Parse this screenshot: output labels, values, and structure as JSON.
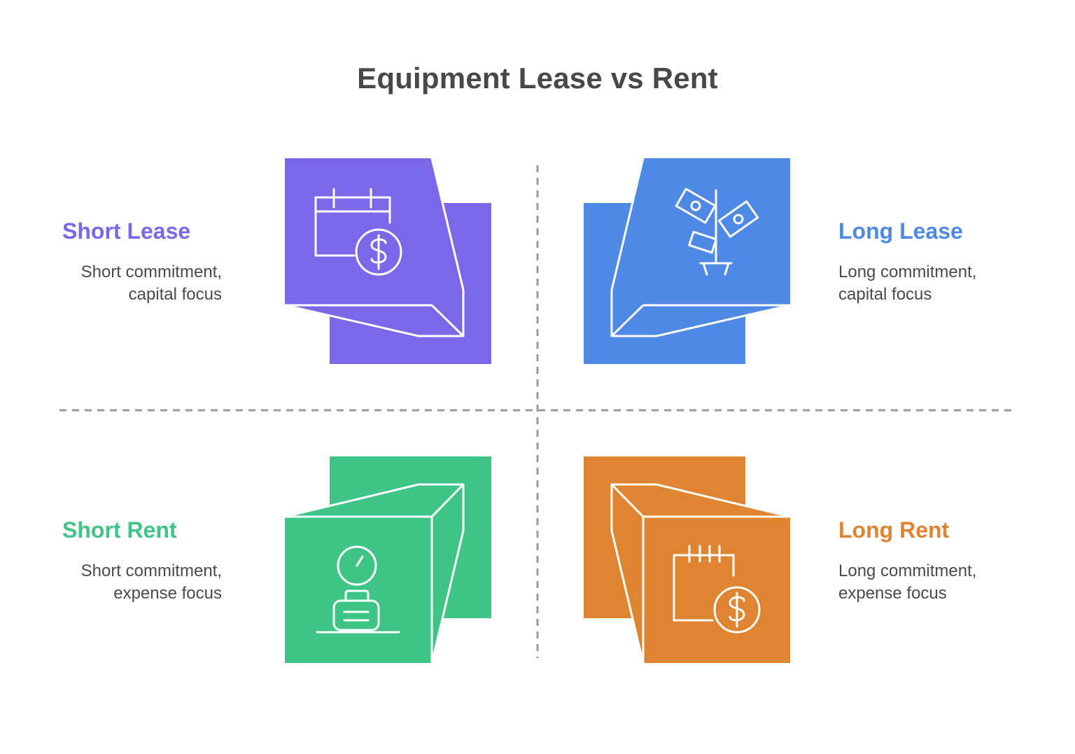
{
  "title": "Equipment Lease vs Rent",
  "colors": {
    "short_lease": "#7B68E8",
    "long_lease": "#4E89E5",
    "short_rent": "#3EC585",
    "long_rent": "#DF8532",
    "divider": "#9a9a9a",
    "text": "#4a4a4a",
    "title": "#484848"
  },
  "quadrants": {
    "short_lease": {
      "title": "Short Lease",
      "line1": "Short commitment,",
      "line2": "capital focus",
      "icon": "calendar-dollar-icon"
    },
    "long_lease": {
      "title": "Long Lease",
      "line1": "Long commitment,",
      "line2": "capital focus",
      "icon": "money-plant-icon"
    },
    "short_rent": {
      "title": "Short Rent",
      "line1": "Short commitment,",
      "line2": "expense focus",
      "icon": "clock-briefcase-icon"
    },
    "long_rent": {
      "title": "Long Rent",
      "line1": "Long commitment,",
      "line2": "expense focus",
      "icon": "calendar-dollar-icon"
    }
  }
}
